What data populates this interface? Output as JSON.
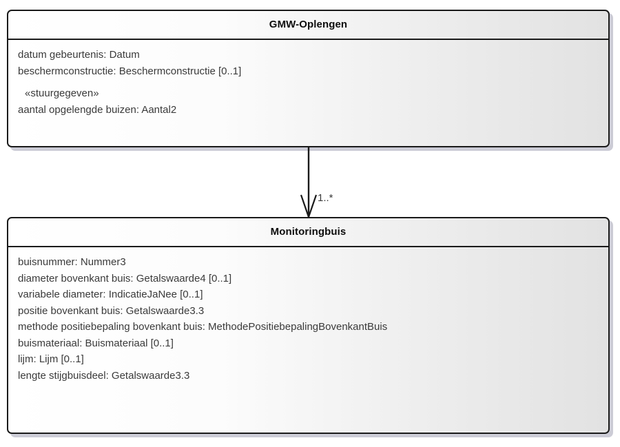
{
  "diagram": {
    "type": "uml-class-diagram",
    "background_color": "#ffffff",
    "border_color": "#1a1a1a",
    "text_color": "#3a3a3a",
    "shadow_color": "#ccccd6"
  },
  "classes": [
    {
      "id": "gmw-oplengen",
      "name": "GMW-Oplengen",
      "attributes": [
        {
          "text": "datum gebeurtenis: Datum",
          "stereotype": false
        },
        {
          "text": "beschermconstructie: Beschermconstructie [0..1]",
          "stereotype": false
        },
        {
          "text": "«stuurgegeven»",
          "stereotype": true
        },
        {
          "text": "aantal opgelengde buizen: Aantal2",
          "stereotype": false
        }
      ]
    },
    {
      "id": "monitoringbuis",
      "name": "Monitoringbuis",
      "attributes": [
        {
          "text": "buisnummer: Nummer3",
          "stereotype": false
        },
        {
          "text": "diameter bovenkant buis: Getalswaarde4 [0..1]",
          "stereotype": false
        },
        {
          "text": "variabele diameter: IndicatieJaNee [0..1]",
          "stereotype": false
        },
        {
          "text": "positie bovenkant buis: Getalswaarde3.3",
          "stereotype": false
        },
        {
          "text": "methode positiebepaling bovenkant buis: MethodePositiebepalingBovenkantBuis",
          "stereotype": false
        },
        {
          "text": "buismateriaal: Buismateriaal [0..1]",
          "stereotype": false
        },
        {
          "text": "lijm: Lijm [0..1]",
          "stereotype": false
        },
        {
          "text": "lengte stijgbuisdeel: Getalswaarde3.3",
          "stereotype": false
        }
      ]
    }
  ],
  "association": {
    "from": "gmw-oplengen",
    "to": "monitoringbuis",
    "multiplicity": "1..*",
    "arrowhead": "open"
  }
}
